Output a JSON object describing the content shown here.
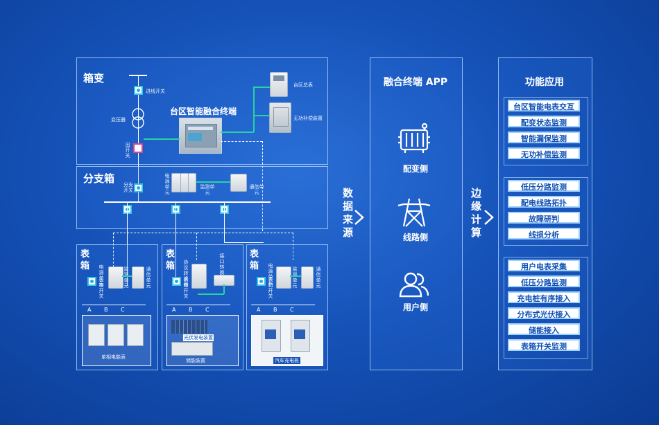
{
  "left": {
    "xiangbian": {
      "title": "箱变",
      "jinxian": "进线开关",
      "bianyaqi": "变压器",
      "chukai": "出开关",
      "terminal": "台区智能融合终端",
      "zongbiao": "台区总表",
      "wugong": "无功补偿装置"
    },
    "fenzhi": {
      "title": "分支箱",
      "fenzhikaiguan": "分支开关",
      "dianyuan": "电源单元",
      "jiance": "监测单元",
      "tongxin": "通信单元"
    },
    "biaoxiang": [
      {
        "title": "表箱",
        "kaiguan": "表箱开关",
        "dianyuan": "电源单元",
        "jiance": "监测单元",
        "tongxin": "通信单元",
        "bottom": "单相电能表"
      },
      {
        "title": "表箱",
        "kaiguan": "表箱开关",
        "xieyi": "协议转换器",
        "jiekou": "接口转换器",
        "pv": "光伏发电装置",
        "bottom": "储能装置"
      },
      {
        "title": "表箱",
        "kaiguan": "表箱开关",
        "dianyuan": "电源单元",
        "jiance": "监测单元",
        "tongxin": "通信单元",
        "bottom": "汽车充电桩"
      }
    ],
    "phases": [
      "A",
      "B",
      "C"
    ]
  },
  "arrow1": "数据来源",
  "arrow2": "边缘计算",
  "mid": {
    "title": "融合终端 APP",
    "items": [
      {
        "label": "配变侧",
        "icon": "transformer-icon"
      },
      {
        "label": "线路侧",
        "icon": "power-tower-icon"
      },
      {
        "label": "用户侧",
        "icon": "users-icon"
      }
    ]
  },
  "right": {
    "title": "功能应用",
    "groups": [
      [
        "台区智能电表交互",
        "配变状态监测",
        "智能漏保监测",
        "无功补偿监测"
      ],
      [
        "低压分路监测",
        "配电线路拓扑",
        "故障研判",
        "线损分析"
      ],
      [
        "用户电表采集",
        "低压分路监测",
        "充电桩有序接入",
        "分布式光伏接入",
        "储能接入",
        "表箱开关监测"
      ]
    ]
  },
  "colors": {
    "accent_green": "#27d3a0",
    "switch_cyan": "#2ec7e6",
    "bg": "#1552b8"
  }
}
